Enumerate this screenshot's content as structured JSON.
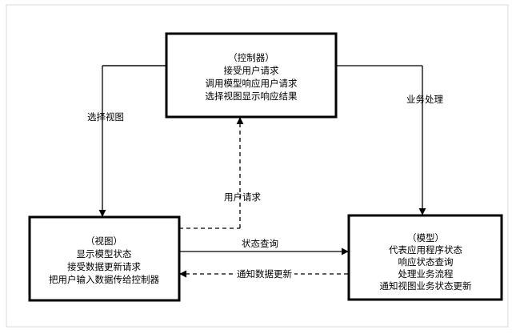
{
  "controller": {
    "title": "（控制器）",
    "lines": [
      "接受用户请求",
      "调用模型响应用户请求",
      "选择视图显示响应结果"
    ]
  },
  "view": {
    "title": "（视图）",
    "lines": [
      "显示模型状态",
      "接受数据更新请求",
      "把用户输入数据传给控制器"
    ]
  },
  "model": {
    "title": "（模型）",
    "lines": [
      "代表应用程序状态",
      "响应状态查询",
      "处理业务流程",
      "通知视图业务状态更新"
    ]
  },
  "edges": {
    "select_view": "选择视图",
    "business_process": "业务处理",
    "user_request": "用户请求",
    "state_query": "状态查询",
    "notify_update": "通知数据更新"
  }
}
